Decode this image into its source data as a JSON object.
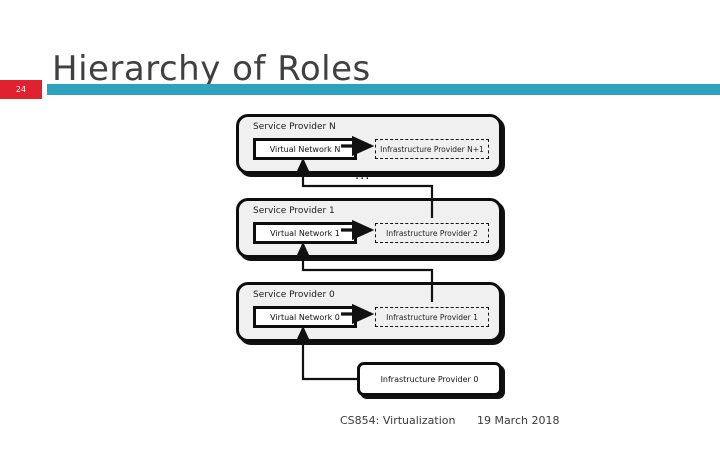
{
  "slide": {
    "title": "Hierarchy of Roles",
    "number": "24",
    "accent_color": "#2ca3bd",
    "badge_color": "#e02130",
    "title_color": "#404040"
  },
  "diagram": {
    "ellipsis": "...",
    "groups": [
      {
        "label": "Service Provider N",
        "virtual_network": "Virtual Network N",
        "infrastructure_provider": "Infrastructure Provider N+1"
      },
      {
        "label": "Service Provider 1",
        "virtual_network": "Virtual Network 1",
        "infrastructure_provider": "Infrastructure Provider 2"
      },
      {
        "label": "Service Provider 0",
        "virtual_network": "Virtual Network 0",
        "infrastructure_provider": "Infrastructure Provider 1"
      }
    ],
    "base_provider": "Infrastructure Provider 0"
  },
  "footer": {
    "course": "CS854: Virtualization",
    "date": "19 March 2018"
  }
}
